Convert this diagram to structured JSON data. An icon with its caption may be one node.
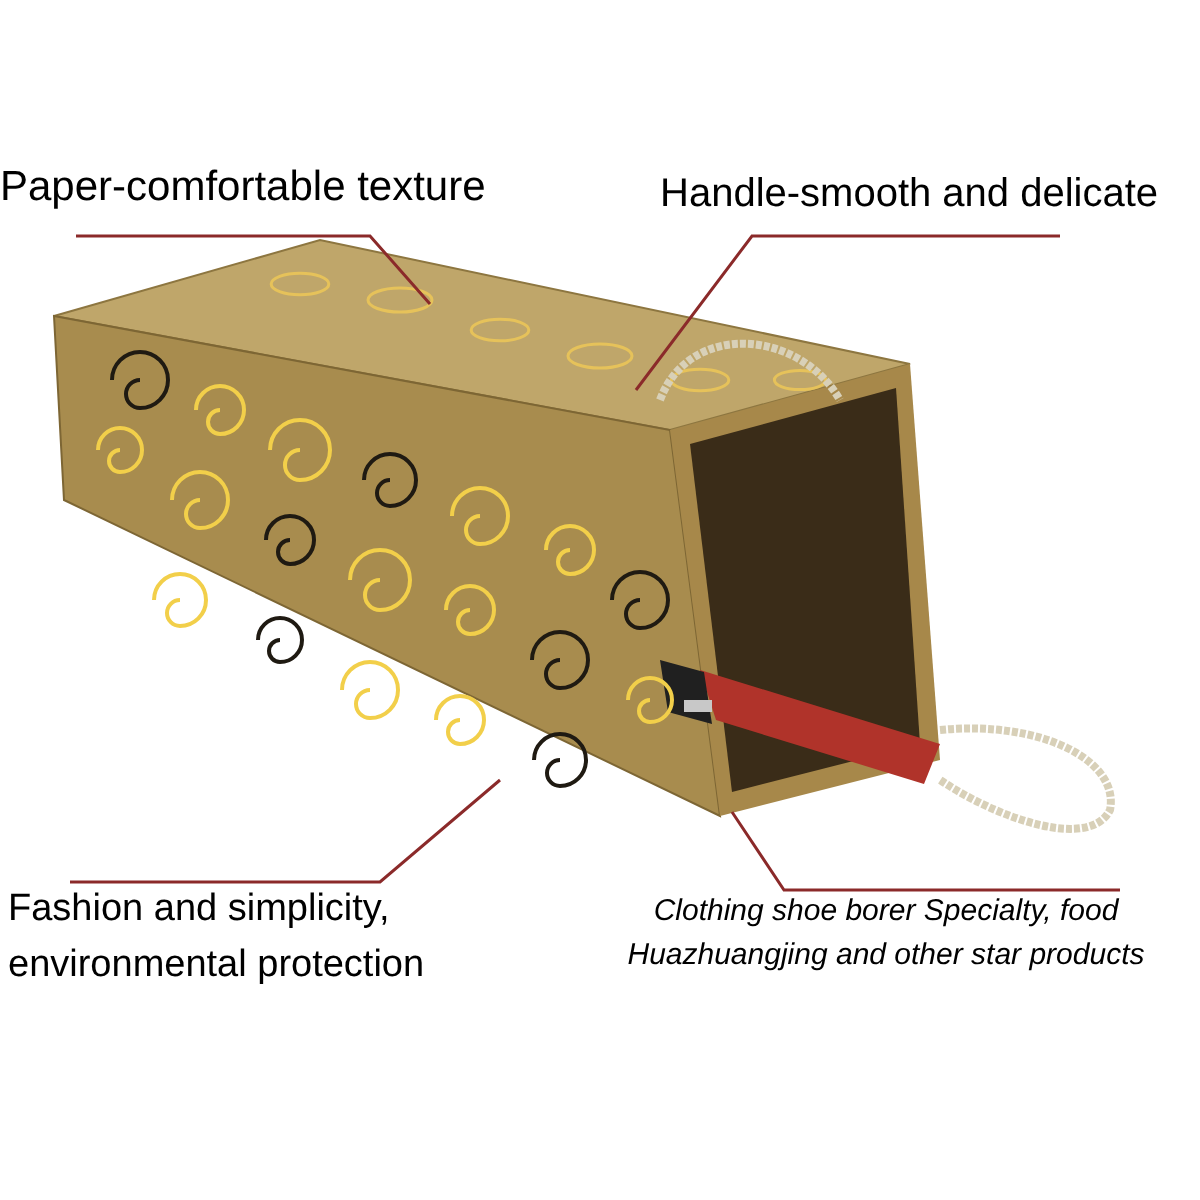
{
  "diagram": {
    "nodes": [
      {
        "text": [
          "Paper-comfortable texture"
        ]
      },
      {
        "text": [
          "Handle-smooth and delicate"
        ]
      },
      {
        "text": [
          "Fashion and simplicity, environmental protection"
        ]
      },
      {
        "text": [
          "Clothing shoe borer Specialty, food Huazhuangjing and other star products"
        ]
      }
    ],
    "edges": [
      {
        "from": 0,
        "to": null,
        "arrow": "none"
      },
      {
        "from": 1,
        "to": null,
        "arrow": "none"
      },
      {
        "from": 2,
        "to": null,
        "arrow": "none"
      },
      {
        "from": 3,
        "to": null,
        "arrow": "none"
      }
    ]
  }
}
